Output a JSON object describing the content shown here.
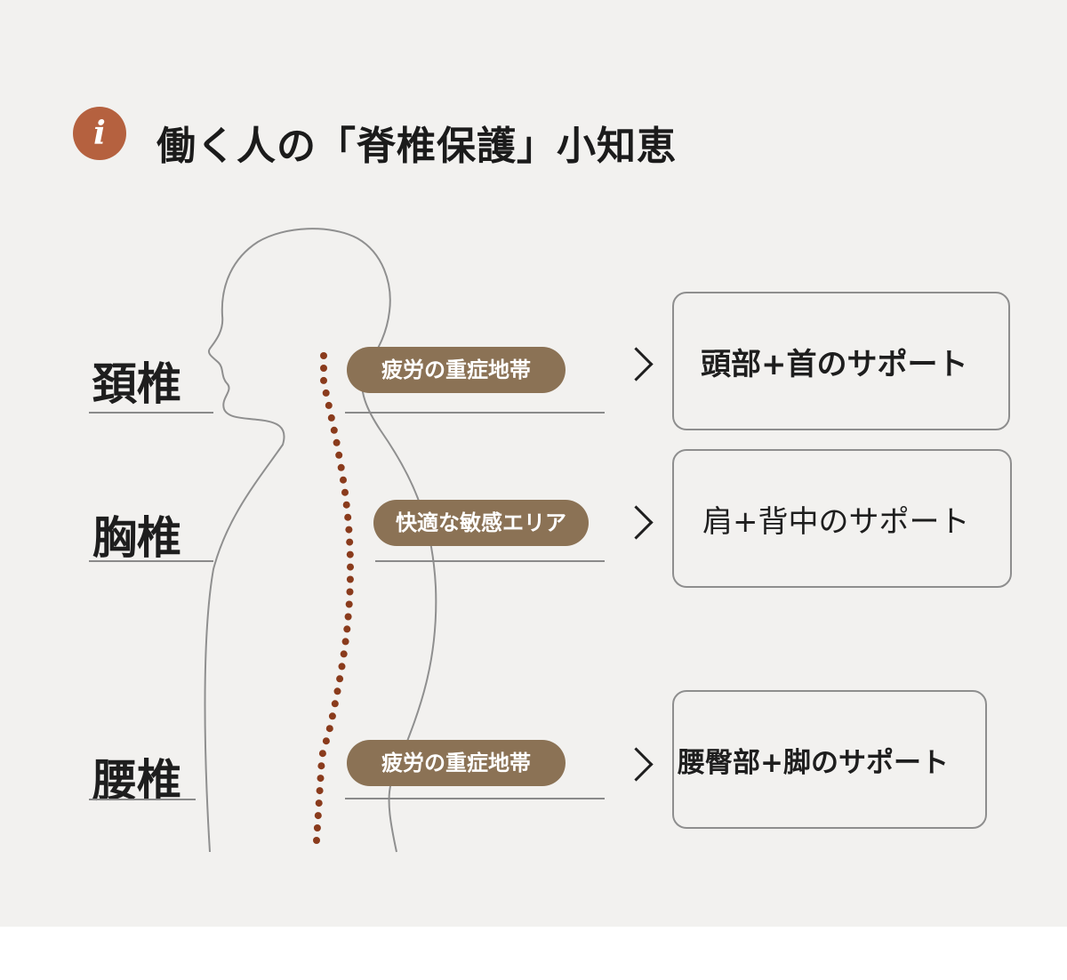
{
  "header": {
    "icon": "info-icon",
    "icon_glyph": "i",
    "title": "働く人の「脊椎保護」小知恵"
  },
  "colors": {
    "accent_icon": "#b5613f",
    "pill": "#8b7255",
    "spine_dots": "#8a3b1c",
    "background": "#f2f1ef"
  },
  "regions": [
    {
      "name": "頚椎",
      "tag": "疲労の重症地帯",
      "support": "頭部+首のサポート"
    },
    {
      "name": "胸椎",
      "tag": "快適な敏感エリア",
      "support": "肩+背中のサポート"
    },
    {
      "name": "腰椎",
      "tag": "疲労の重症地帯",
      "support": "腰臀部+脚のサポート"
    }
  ]
}
